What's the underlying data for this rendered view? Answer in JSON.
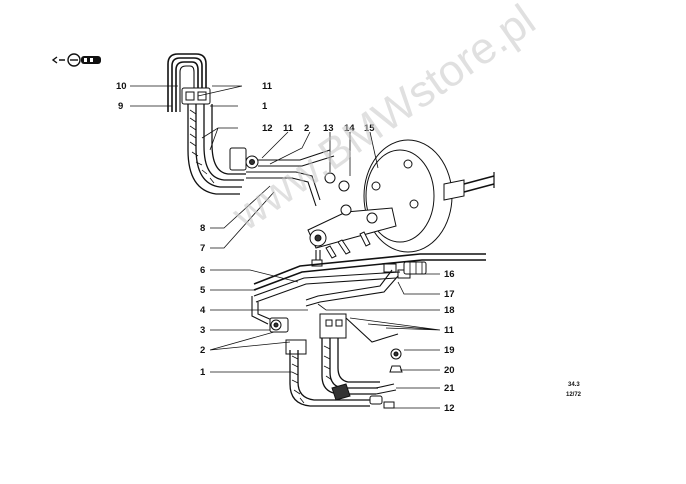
{
  "watermark": "www.BMWstore.pl",
  "diagram_ref": {
    "number": "34.3",
    "date": "12/72"
  },
  "logo": {
    "icon": "brake-fluid-symbol-icon"
  },
  "callouts": [
    {
      "id": "c10-top",
      "label": "10"
    },
    {
      "id": "c11-top",
      "label": "11"
    },
    {
      "id": "c9-top",
      "label": "9"
    },
    {
      "id": "c1-top",
      "label": "1"
    },
    {
      "id": "c12-top",
      "label": "12"
    },
    {
      "id": "c11-mid",
      "label": "11"
    },
    {
      "id": "c2-mid",
      "label": "2"
    },
    {
      "id": "c13",
      "label": "13"
    },
    {
      "id": "c14",
      "label": "14"
    },
    {
      "id": "c15",
      "label": "15"
    },
    {
      "id": "c8",
      "label": "8"
    },
    {
      "id": "c7",
      "label": "7"
    },
    {
      "id": "c6",
      "label": "6"
    },
    {
      "id": "c16-a",
      "label": "16"
    },
    {
      "id": "c5",
      "label": "5"
    },
    {
      "id": "c17",
      "label": "17"
    },
    {
      "id": "c4",
      "label": "4"
    },
    {
      "id": "c18",
      "label": "18"
    },
    {
      "id": "c3",
      "label": "3"
    },
    {
      "id": "c11-low",
      "label": "11"
    },
    {
      "id": "c2-low",
      "label": "2"
    },
    {
      "id": "c19",
      "label": "19"
    },
    {
      "id": "c1-low",
      "label": "1"
    },
    {
      "id": "c20",
      "label": "20"
    },
    {
      "id": "c21",
      "label": "21"
    },
    {
      "id": "c12-low",
      "label": "12"
    }
  ]
}
